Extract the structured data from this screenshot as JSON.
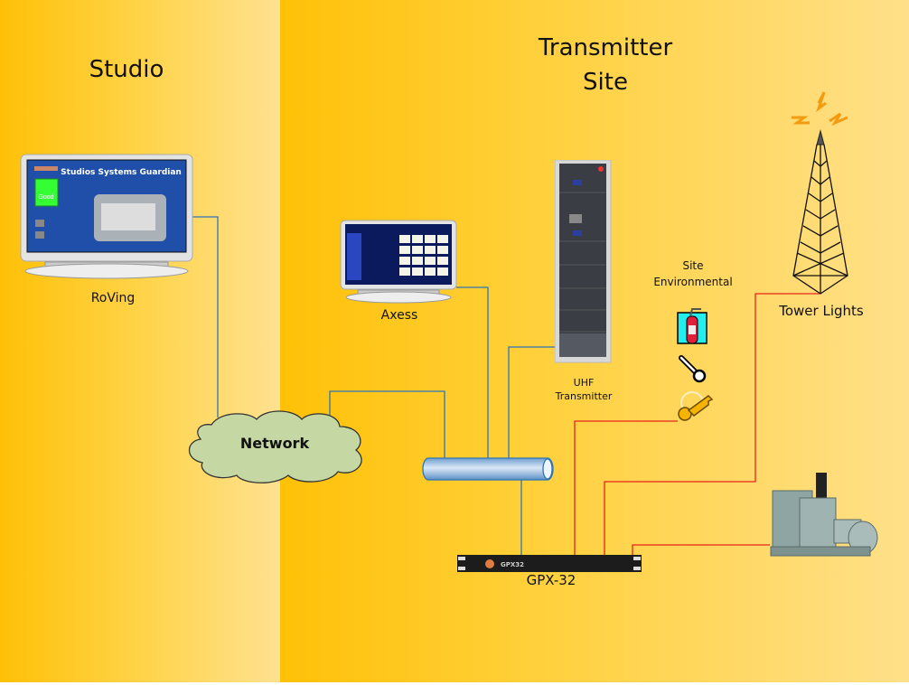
{
  "sections": {
    "studio": "Studio",
    "transmitter_site_line1": "Transmitter",
    "transmitter_site_line2": "Site"
  },
  "devices": {
    "roving": {
      "label": "RoVing",
      "screen_title": "Studios Systems Guardian",
      "status_box": "Good"
    },
    "axess": {
      "label": "Axess"
    },
    "network": {
      "label": "Network"
    },
    "uhf": {
      "label_line1": "UHF",
      "label_line2": "Transmitter"
    },
    "site_env": {
      "label_line1": "Site",
      "label_line2": "Environmental"
    },
    "tower": {
      "label": "Tower Lights"
    },
    "gpx": {
      "label": "GPX-32",
      "faceplate": "GPX32"
    },
    "generator": {
      "label": ""
    }
  },
  "colors": {
    "network_link": "#2e75b6",
    "sensor_link": "#e8241a",
    "cloud_fill": "#c5d8a4",
    "bus_fill": "#9dc3e6"
  }
}
